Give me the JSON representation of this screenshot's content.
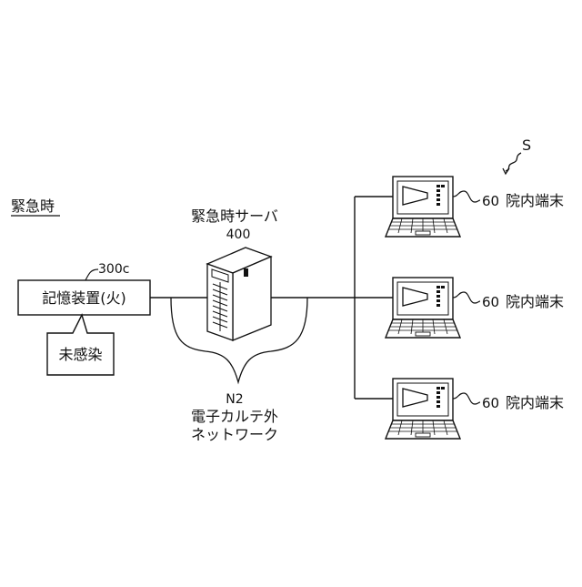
{
  "figure": {
    "mode_label": "緊急時",
    "figure_ref": "S",
    "storage": {
      "ref": "300c",
      "label": "記憶装置(火)",
      "status": "未感染"
    },
    "server": {
      "label": "緊急時サーバ",
      "ref": "400"
    },
    "network": {
      "ref": "N2",
      "line1": "電子カルテ外",
      "line2": "ネットワーク"
    },
    "terminals": [
      {
        "ref": "60",
        "label": "院内端末"
      },
      {
        "ref": "60",
        "label": "院内端末"
      },
      {
        "ref": "60",
        "label": "院内端末"
      }
    ],
    "colors": {
      "ink": "#111111",
      "paper": "#ffffff"
    }
  }
}
